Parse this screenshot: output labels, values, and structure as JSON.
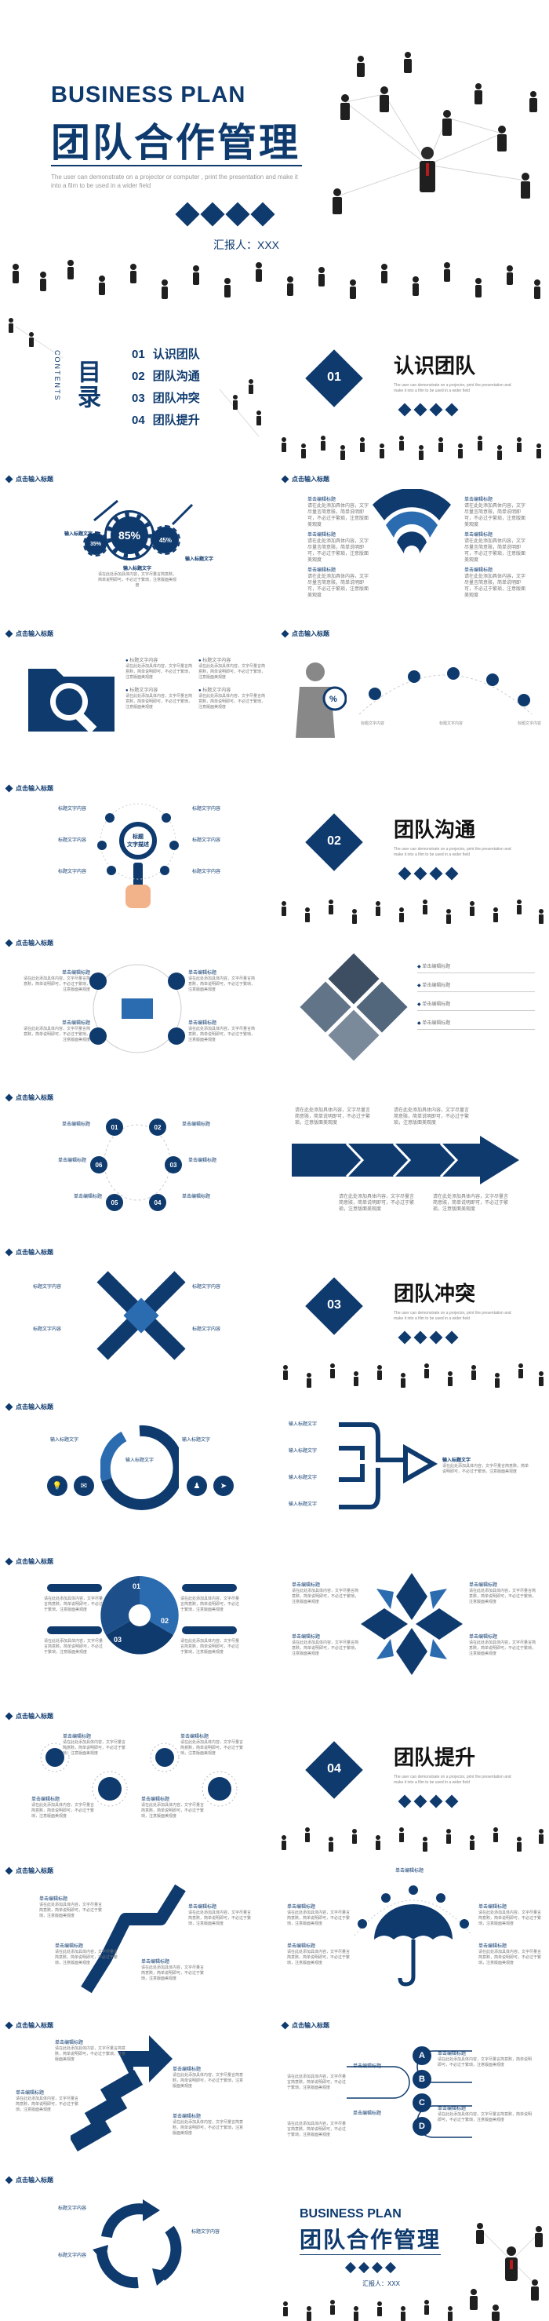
{
  "cover": {
    "title_en": "BUSINESS PLAN",
    "title_cn": "团队合作管理",
    "subtitle": "The user can demonstrate on a projector or computer , print the presentation and make it into a film to be used in a wider field",
    "reporter": "汇报人：XXX"
  },
  "contents": {
    "title_cn": "目录",
    "title_en": "CONTENTS",
    "items": [
      {
        "num": "01",
        "label": "认识团队"
      },
      {
        "num": "02",
        "label": "团队沟通"
      },
      {
        "num": "03",
        "label": "团队冲突"
      },
      {
        "num": "04",
        "label": "团队提升"
      }
    ]
  },
  "sections": [
    {
      "num": "01",
      "title": "认识团队"
    },
    {
      "num": "02",
      "title": "团队沟通"
    },
    {
      "num": "03",
      "title": "团队冲突"
    },
    {
      "num": "04",
      "title": "团队提升"
    }
  ],
  "section_desc": "The user can demonstrate on a projector, print the presentation and make it into a film to be used in a wider field",
  "slide_header": "点击输入标题",
  "placeholders": {
    "short": "输入标题文字",
    "title": "单击编辑标题",
    "text": "标题文字内容",
    "body": "请在此处添加具体内容，文字尽量言简意赅，简单说明即可，不必过于繁琐，注意版面美观度"
  },
  "gears": {
    "a": "85%",
    "b": "45%",
    "c": "35%"
  },
  "search_label": "标题\n文字描述",
  "numbers": [
    "01",
    "02",
    "03",
    "04",
    "05",
    "06"
  ],
  "abcd": [
    "A",
    "B",
    "C",
    "D"
  ],
  "closing": {
    "title_en": "BUSINESS PLAN",
    "title_cn": "团队合作管理",
    "reporter": "汇报人：XXX"
  },
  "colors": {
    "primary": "#0e3a6e",
    "accent": "#2b6cb0",
    "light": "#e8eef6"
  }
}
